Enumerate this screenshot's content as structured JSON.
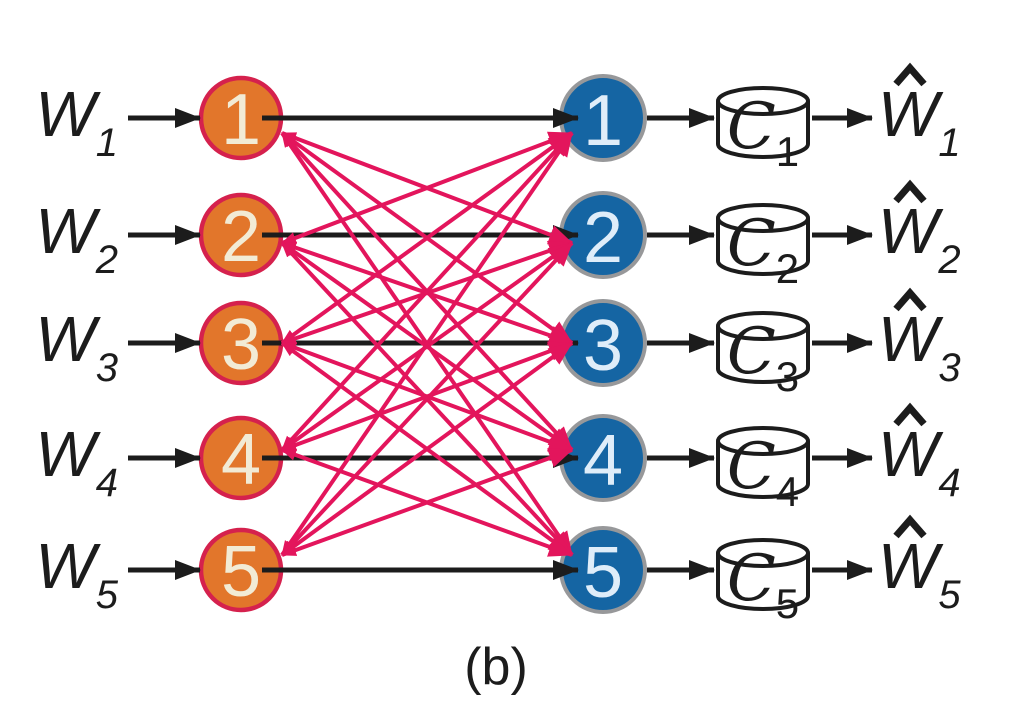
{
  "figure": {
    "caption": "(b)",
    "colors": {
      "source_fill": "#E2762B",
      "source_stroke": "#D5214D",
      "source_number": "#F2EBD5",
      "dest_fill": "#1565A3",
      "dest_stroke": "#97989A",
      "dest_number": "#DFEDF9",
      "cross_link": "#E3155C",
      "direct_link": "#1C1C1C",
      "text": "#1C1C1C",
      "cylinder_fill": "#FFFFFF"
    },
    "rows": [
      {
        "message": "W",
        "message_sub": "1",
        "tx_label": "1",
        "rx_label": "1",
        "cache_label": "C",
        "cache_sub": "1",
        "estimate": "Ŵ",
        "estimate_base": "W",
        "estimate_sub": "1"
      },
      {
        "message": "W",
        "message_sub": "2",
        "tx_label": "2",
        "rx_label": "2",
        "cache_label": "C",
        "cache_sub": "2",
        "estimate": "Ŵ",
        "estimate_base": "W",
        "estimate_sub": "2"
      },
      {
        "message": "W",
        "message_sub": "3",
        "tx_label": "3",
        "rx_label": "3",
        "cache_label": "C",
        "cache_sub": "3",
        "estimate": "Ŵ",
        "estimate_base": "W",
        "estimate_sub": "3"
      },
      {
        "message": "W",
        "message_sub": "4",
        "tx_label": "4",
        "rx_label": "4",
        "cache_label": "C",
        "cache_sub": "4",
        "estimate": "Ŵ",
        "estimate_base": "W",
        "estimate_sub": "4"
      },
      {
        "message": "W",
        "message_sub": "5",
        "tx_label": "5",
        "rx_label": "5",
        "cache_label": "C",
        "cache_sub": "5",
        "estimate": "Ŵ",
        "estimate_base": "W",
        "estimate_sub": "5"
      }
    ],
    "links": {
      "direct": [
        [
          1,
          1
        ],
        [
          2,
          2
        ],
        [
          3,
          3
        ],
        [
          4,
          4
        ],
        [
          5,
          5
        ]
      ],
      "cross": [
        [
          1,
          2
        ],
        [
          1,
          3
        ],
        [
          1,
          4
        ],
        [
          1,
          5
        ],
        [
          2,
          1
        ],
        [
          2,
          3
        ],
        [
          2,
          4
        ],
        [
          2,
          5
        ],
        [
          3,
          1
        ],
        [
          3,
          2
        ],
        [
          3,
          4
        ],
        [
          3,
          5
        ],
        [
          4,
          1
        ],
        [
          4,
          2
        ],
        [
          4,
          3
        ],
        [
          4,
          5
        ],
        [
          5,
          1
        ],
        [
          5,
          2
        ],
        [
          5,
          3
        ],
        [
          5,
          4
        ]
      ]
    }
  }
}
